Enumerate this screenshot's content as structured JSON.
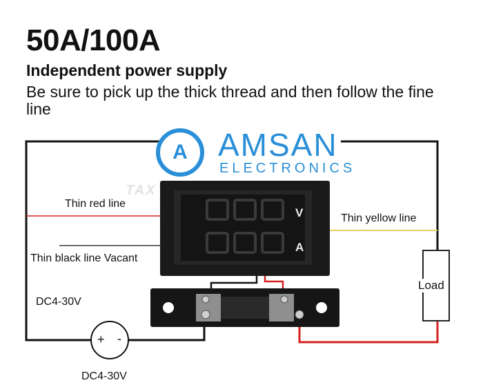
{
  "header": {
    "title": "50A/100A",
    "subtitle": "Independent power supply",
    "instruction": "Be sure to pick up the thick thread and then follow the fine line"
  },
  "logo": {
    "mark": "A",
    "name": "AMSAN",
    "tagline": "ELECTRONICS",
    "color": "#2a8fd8"
  },
  "watermark": "TAX",
  "labels": {
    "thin_red": "Thin red line",
    "thin_black": "Thin black line Vacant",
    "thin_yellow": "Thin yellow line",
    "supply_left": "DC4-30V",
    "supply_bottom": "DC4-30V",
    "load": "Load",
    "plus": "+",
    "minus": "-"
  },
  "meter": {
    "unit_top": "V",
    "unit_bottom": "A"
  },
  "colors": {
    "red_wire": "#d42020",
    "yellow_wire": "#e8d060",
    "black_wire": "#111111"
  }
}
